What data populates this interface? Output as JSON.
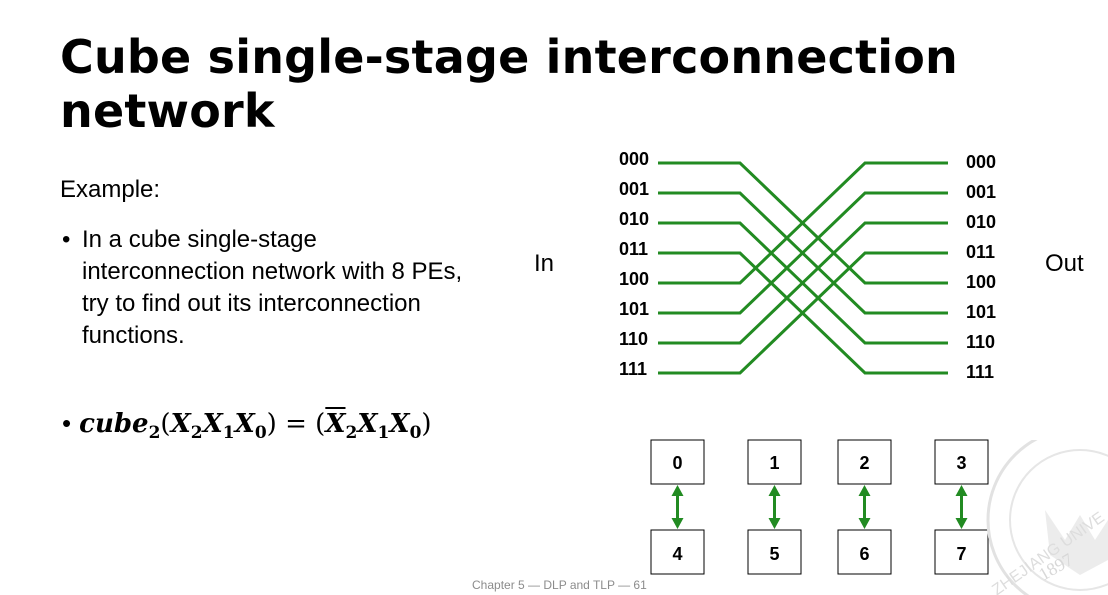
{
  "slide": {
    "title": "Cube single-stage interconnection network",
    "example_label": "Example:",
    "bullet_dot": "•",
    "bullet_text": "In a cube single-stage interconnection network with 8 PEs, try to find out its interconnection functions.",
    "formula": {
      "fn": "cube",
      "fn_sub": "2",
      "lhs_open": "(",
      "x2": "X",
      "x2_sub": "2",
      "x1": "X",
      "x1_sub": "1",
      "x0": "X",
      "x0_sub": "0",
      "lhs_close": ")",
      "equals": " = ",
      "rhs_open": "(",
      "rhs_x2": "X",
      "rhs_x2_sub": "2",
      "rhs_x1": "X",
      "rhs_x1_sub": "1",
      "rhs_x0": "X",
      "rhs_x0_sub": "0",
      "rhs_close": ")"
    },
    "footer": "Chapter 5 — DLP and TLP — 61"
  },
  "network": {
    "in_label": "In",
    "out_label": "Out",
    "inputs": [
      "000",
      "001",
      "010",
      "011",
      "100",
      "101",
      "110",
      "111"
    ],
    "outputs": [
      "000",
      "001",
      "010",
      "011",
      "100",
      "101",
      "110",
      "111"
    ],
    "connections": [
      [
        0,
        4
      ],
      [
        1,
        5
      ],
      [
        2,
        6
      ],
      [
        3,
        7
      ],
      [
        4,
        0
      ],
      [
        5,
        1
      ],
      [
        6,
        2
      ],
      [
        7,
        3
      ]
    ],
    "line_color": "#228b22"
  },
  "pairs": [
    {
      "top": "0",
      "bottom": "4"
    },
    {
      "top": "1",
      "bottom": "5"
    },
    {
      "top": "2",
      "bottom": "6"
    },
    {
      "top": "3",
      "bottom": "7"
    }
  ],
  "watermark": {
    "year": "1897",
    "text": "ZHEJIANG UNIVE"
  }
}
